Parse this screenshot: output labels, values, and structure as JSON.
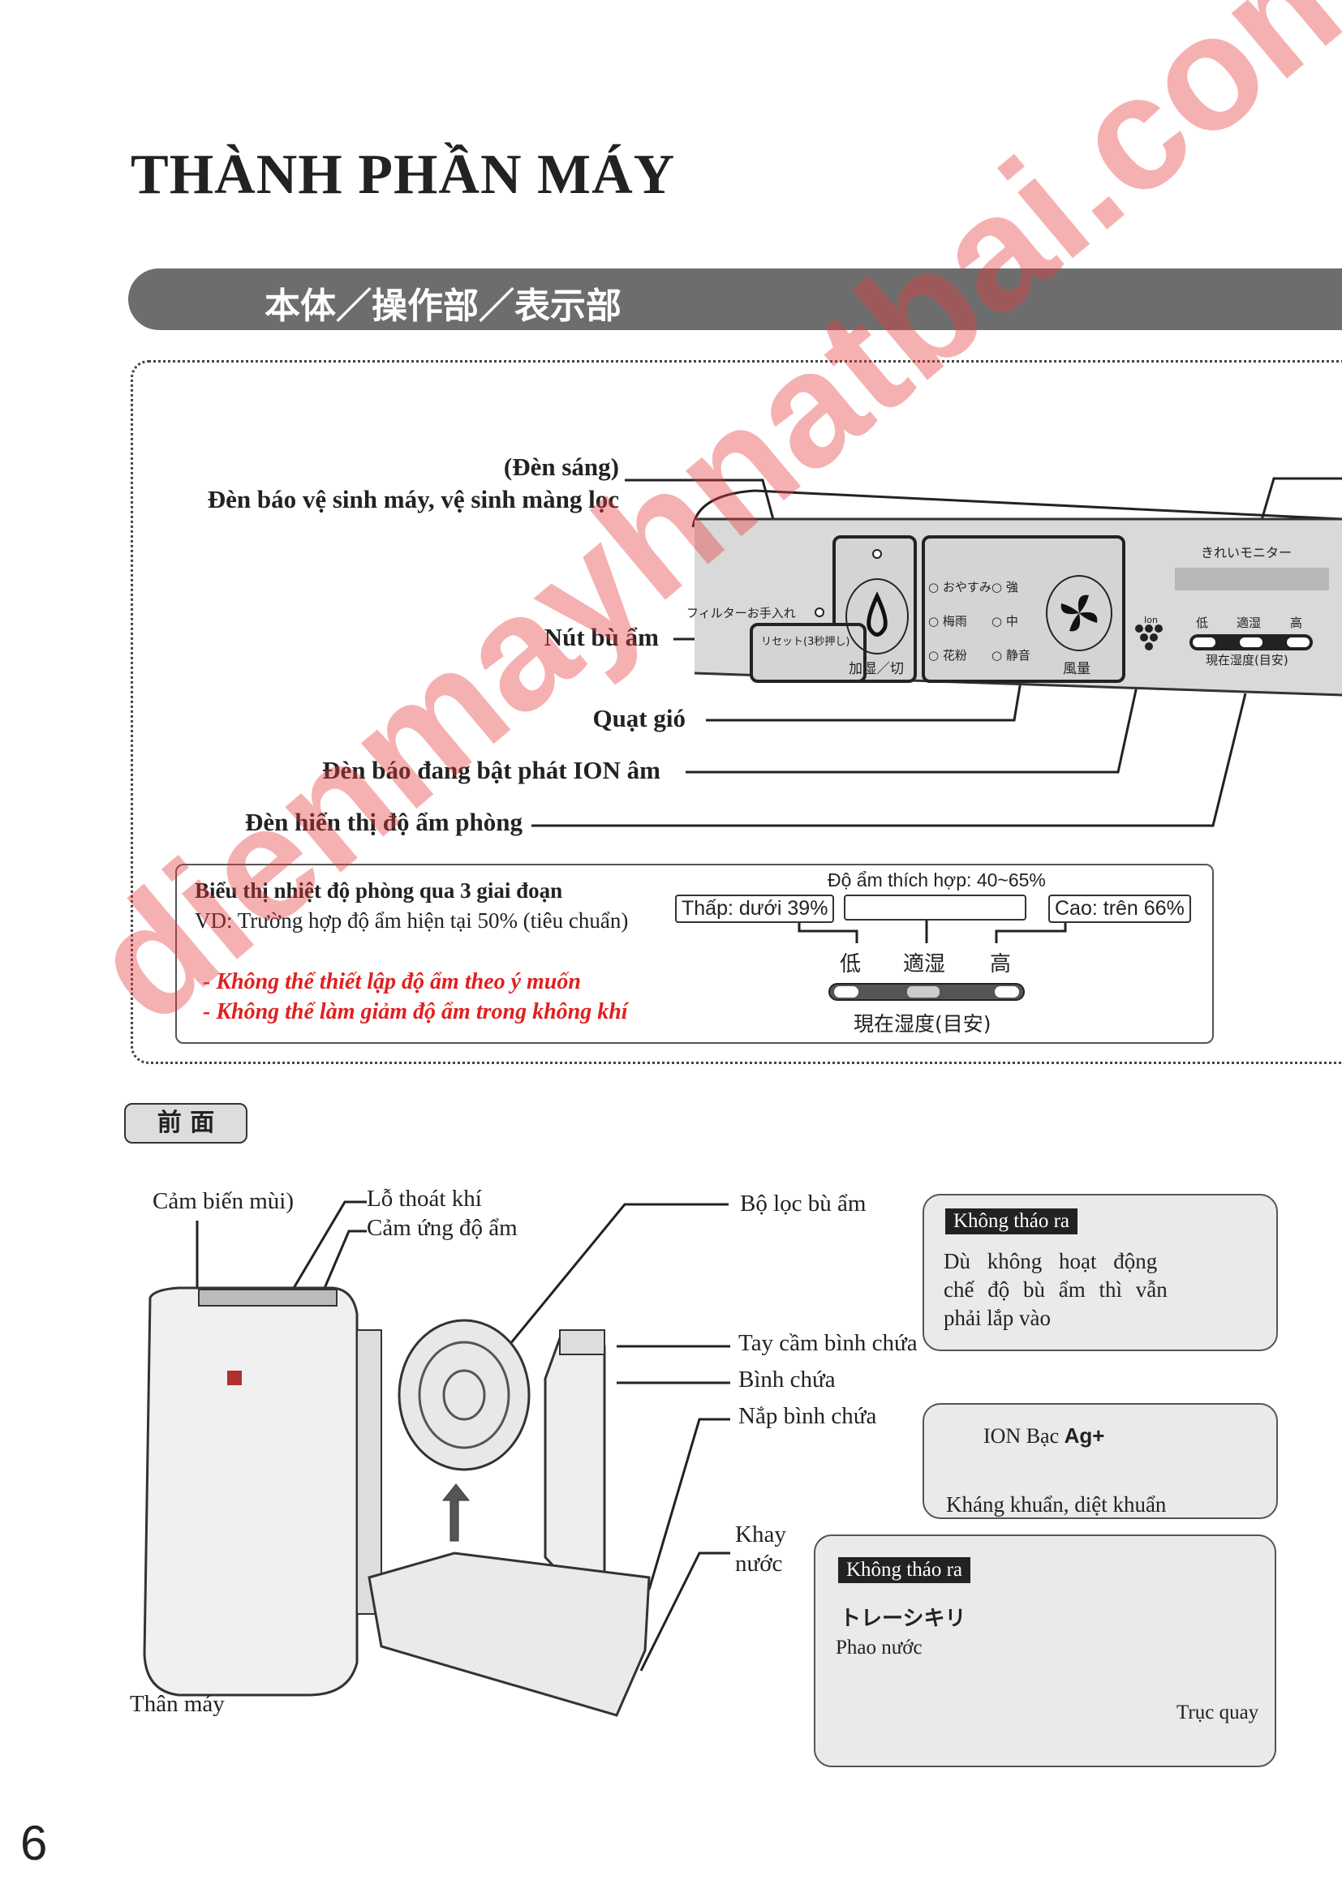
{
  "title": "THÀNH PHẦN MÁY",
  "banner": "本体／操作部／表示部",
  "callouts": {
    "light": "(Đèn sáng)",
    "filter_indicator": "Đèn báo vệ sinh máy, vệ sinh màng lọc",
    "humidify_button": "Nút bù ẩm",
    "fan": "Quạt gió",
    "ion_indicator": "Đèn báo đang bật phát ION âm",
    "humidity_display": "Đèn hiển thị độ ẩm phòng"
  },
  "panel": {
    "filter_label": "フィルターお手入れ",
    "reset_label": "リセット(3秒押し)",
    "humidify_label": "加湿／切",
    "modes": [
      "おやすみ",
      "梅雨",
      "花粉"
    ],
    "speeds": [
      "強",
      "中",
      "静音"
    ],
    "fan_label": "風量",
    "ion_label": "Ion",
    "monitor_label": "きれいモニター",
    "levels": [
      "低",
      "適湿",
      "高"
    ],
    "current_humidity": "現在湿度(目安)"
  },
  "info": {
    "heading": "Biểu thị nhiệt độ phòng qua 3 giai đoạn",
    "example": "VD: Trường hợp độ ẩm hiện tại 50% (tiêu chuẩn)",
    "notes": [
      "- Không thể thiết lập độ ẩm theo ý muốn",
      "- Không thể làm giảm độ ẩm trong không khí"
    ],
    "optimal": "Độ ẩm thích hợp: 40~65%",
    "low": "Thấp: dưới 39%",
    "high": "Cao: trên 66%",
    "levels": [
      "低",
      "適湿",
      "高"
    ],
    "current": "現在湿度(目安)"
  },
  "front": {
    "heading": "前 面",
    "odor_sensor": "Cảm biến mùi)",
    "vent": "Lỗ thoát khí",
    "humidity_sensor": "Cảm ứng độ ẩm",
    "filter": "Bộ lọc bù ẩm",
    "tank_handle": "Tay cầm bình chứa",
    "tank": "Bình chứa",
    "tank_cap": "Nắp bình chứa",
    "tray": "Khay",
    "tray2": "nước",
    "body": "Thân máy",
    "box1_tag": "Không tháo ra",
    "box1_text": [
      "Dù không hoạt động",
      "chế độ bù ẩm thì vẫn",
      "phải lắp vào"
    ],
    "box2_title": "ION Bạc",
    "box2_ag": "Ag+",
    "box2_text": "Kháng khuẩn, diệt khuẩn",
    "box3_tag": "Không tháo ra",
    "box3_jp": "トレーシキリ",
    "box3_float": "Phao nước",
    "box3_axis": "Trục quay"
  },
  "page_number": "6",
  "watermark": "dienmayhnatbai.com"
}
